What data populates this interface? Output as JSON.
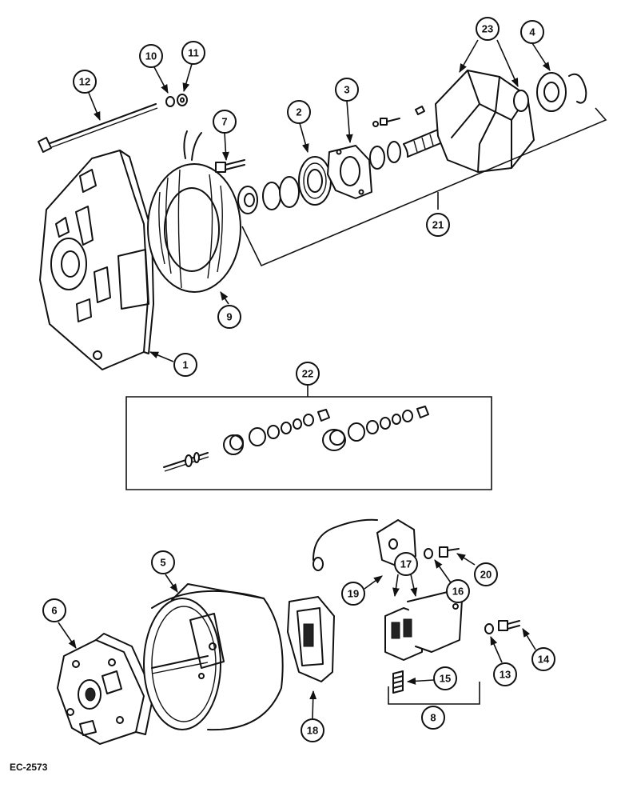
{
  "figure_code": "EC-2573",
  "callouts": {
    "c1": "1",
    "c2": "2",
    "c3": "3",
    "c4": "4",
    "c5": "5",
    "c6": "6",
    "c7": "7",
    "c8": "8",
    "c9": "9",
    "c10": "10",
    "c11": "11",
    "c12": "12",
    "c13": "13",
    "c14": "14",
    "c15": "15",
    "c16": "16",
    "c17": "17",
    "c18": "18",
    "c19": "19",
    "c20": "20",
    "c21": "21",
    "c22": "22",
    "c23": "23"
  }
}
